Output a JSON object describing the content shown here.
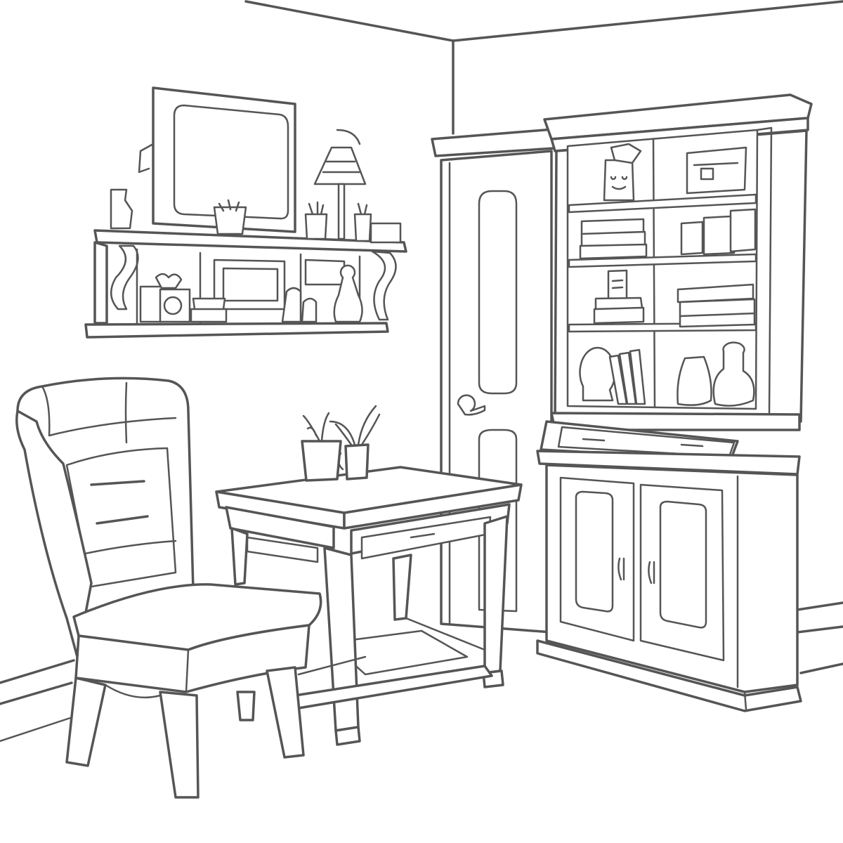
{
  "scene": {
    "style": "line-art coloring page",
    "stroke_color": "#555555",
    "background_color": "#ffffff",
    "objects": [
      "wall-corner",
      "floating-wall-shelf",
      "wall-mirror",
      "table-lamp",
      "door",
      "hutch-cabinet",
      "side-table",
      "potted-plants",
      "wingback-armchair"
    ]
  }
}
